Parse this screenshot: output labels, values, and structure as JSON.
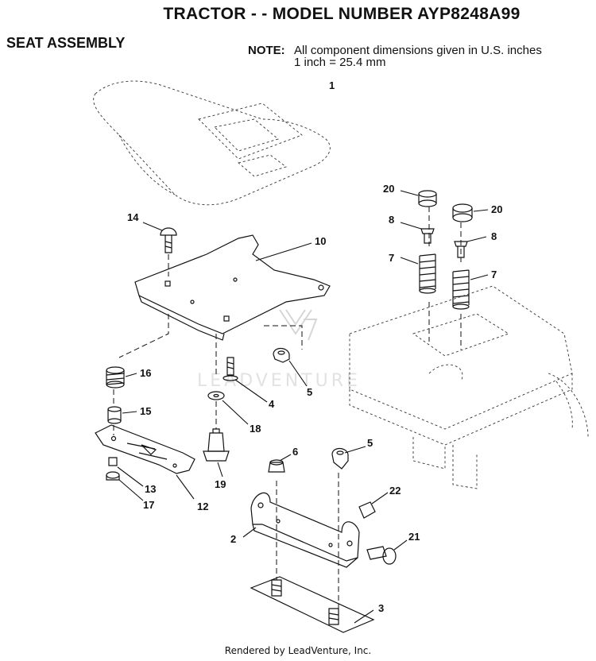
{
  "header": {
    "title": "TRACTOR - - MODEL NUMBER AYP8248A99",
    "section": "SEAT ASSEMBLY"
  },
  "note": {
    "label": "NOTE:",
    "line1": "All component dimensions given in U.S. inches",
    "line2": "1 inch = 25.4 mm"
  },
  "watermark": "LEADVENTURE",
  "callouts": {
    "c1": "1",
    "c2": "2",
    "c3": "3",
    "c4": "4",
    "c5a": "5",
    "c5b": "5",
    "c6": "6",
    "c7a": "7",
    "c7b": "7",
    "c8a": "8",
    "c8b": "8",
    "c10": "10",
    "c12": "12",
    "c13": "13",
    "c14": "14",
    "c15": "15",
    "c16": "16",
    "c17": "17",
    "c18": "18",
    "c19": "19",
    "c20a": "20",
    "c20b": "20",
    "c21": "21",
    "c22": "22"
  },
  "footer": "Rendered by LeadVenture, Inc."
}
